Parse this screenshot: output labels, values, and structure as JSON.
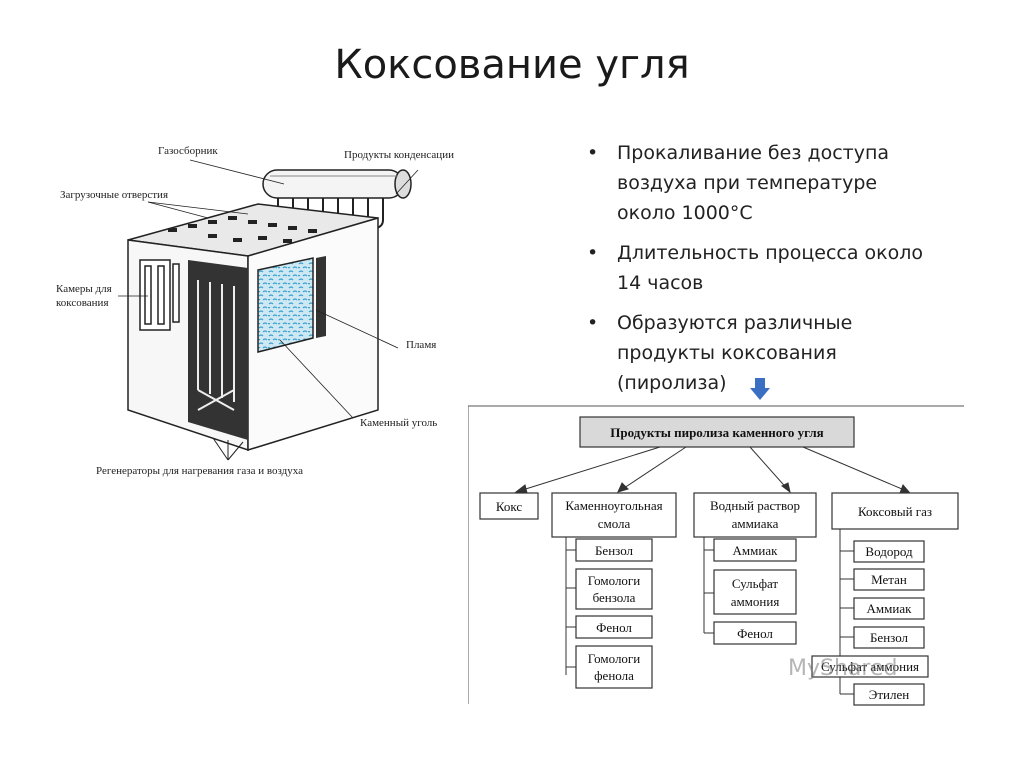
{
  "slide": {
    "title": "Коксование угля",
    "bullets": [
      "Прокаливание без доступа воздуха при температуре около 1000°C",
      " Длительность процесса около 14 часов",
      " Образуются различные продукты коксования (пиролиза)"
    ],
    "bullet_glyph": "•"
  },
  "oven": {
    "labels": {
      "gas_collector": "Газосборник",
      "condensation": "Продукты конденсации",
      "loading_holes": "Загрузочные отверстия",
      "chambers": [
        "Камеры для",
        "коксования"
      ],
      "flame": "Пламя",
      "coal": "Каменный уголь",
      "regenerators": "Регенераторы для нагревания газа и воздуха"
    }
  },
  "chart": {
    "root": "Продукты пиролиза каменного угля",
    "groups": [
      {
        "label": [
          "Кокс"
        ],
        "items": []
      },
      {
        "label": [
          "Каменноугольная",
          "смола"
        ],
        "items": [
          [
            "Бензол"
          ],
          [
            "Гомологи",
            "бензола"
          ],
          [
            "Фенол"
          ],
          [
            "Гомологи",
            "фенола"
          ]
        ]
      },
      {
        "label": [
          "Водный раствор",
          "аммиака"
        ],
        "items": [
          [
            "Аммиак"
          ],
          [
            "Сульфат",
            "аммония"
          ],
          [
            "Фенол"
          ]
        ]
      },
      {
        "label": [
          "Коксовый газ"
        ],
        "items": [
          [
            "Водород"
          ],
          [
            "Метан"
          ],
          [
            "Аммиак"
          ],
          [
            "Бензол"
          ],
          [
            "Сульфат аммония"
          ],
          [
            "Этилен"
          ]
        ]
      }
    ]
  },
  "watermark": "MyShared",
  "colors": {
    "arrow": "#3a6fc4",
    "root_fill": "#d9d9d9",
    "coal": "#9fd3ea"
  }
}
